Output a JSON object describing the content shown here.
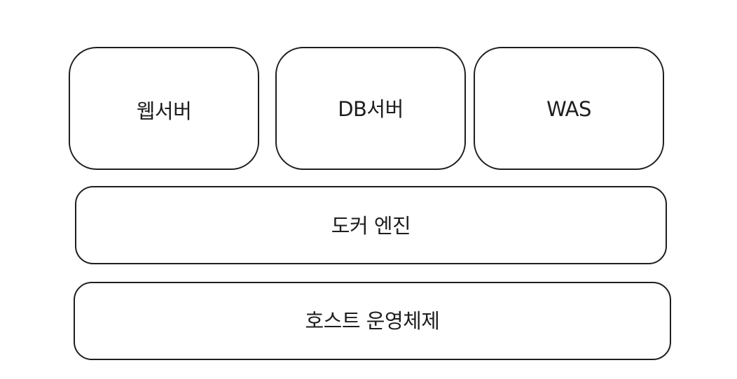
{
  "diagram": {
    "containers": [
      {
        "label": "웹서버"
      },
      {
        "label": "DB서버"
      },
      {
        "label": "WAS"
      }
    ],
    "docker_engine": {
      "label": "도커 엔진"
    },
    "host_os": {
      "label": "호스트 운영체제"
    }
  },
  "colors": {
    "stroke": "#1e1e1e",
    "fill": "#ffffff",
    "background": "#ffffff"
  }
}
